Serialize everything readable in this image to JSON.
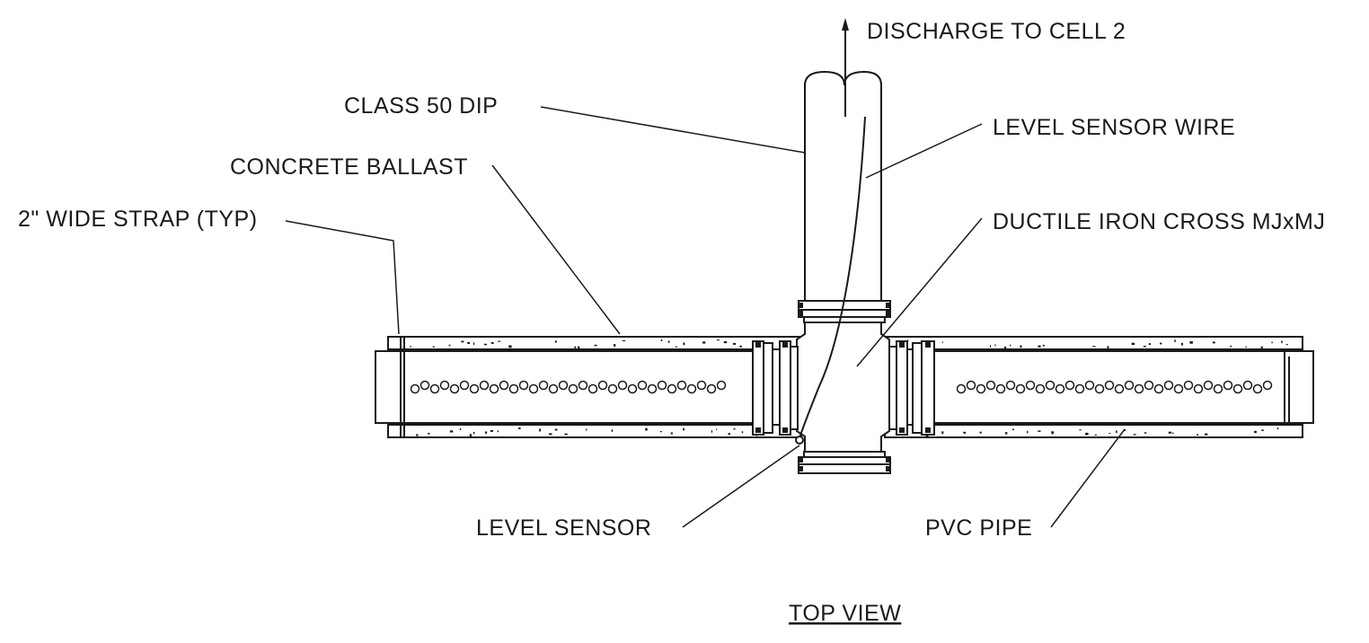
{
  "labels": {
    "discharge": "DISCHARGE TO CELL 2",
    "class50": "CLASS 50 DIP",
    "level_sensor_wire": "LEVEL SENSOR WIRE",
    "concrete_ballast": "CONCRETE BALLAST",
    "strap": "2\" WIDE STRAP (TYP)",
    "ductile_cross": "DUCTILE IRON CROSS MJxMJ",
    "level_sensor": "LEVEL SENSOR",
    "pvc_pipe": "PVC PIPE",
    "view_title": "TOP VIEW"
  },
  "colors": {
    "line": "#1a1a1a",
    "background": "#ffffff"
  }
}
